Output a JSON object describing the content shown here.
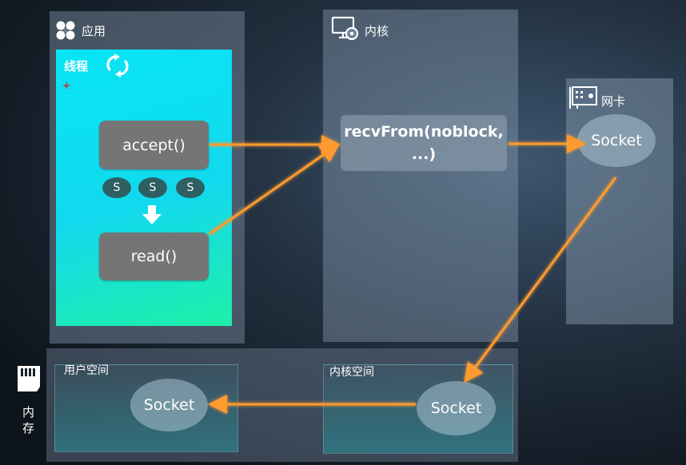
{
  "app": {
    "title": "应用"
  },
  "thread": {
    "title": "线程",
    "marker": "+"
  },
  "accept_label": "accept()",
  "read_label": "read()",
  "socket_marks": [
    "S",
    "S",
    "S"
  ],
  "kernel": {
    "title": "内核",
    "call_line1": "recvFrom(noblock,",
    "call_line2": "...)"
  },
  "nic": {
    "title": "网卡",
    "socket": "Socket"
  },
  "memory": {
    "title_line1": "内",
    "title_line2": "存",
    "user_space": {
      "title": "用户空间",
      "socket": "Socket"
    },
    "kernel_space": {
      "title": "内核空间",
      "socket": "Socket"
    }
  },
  "colors": {
    "arrow": "#ff9a2e",
    "thread_top": "#08e5f5",
    "thread_bottom": "#1ef0a8",
    "button": "#757575",
    "s_mark": "#2e5f63"
  },
  "icons": [
    "app-grid-icon",
    "refresh-cycle-icon",
    "down-arrow-icon",
    "monitor-gear-icon",
    "network-card-icon",
    "memory-card-icon"
  ]
}
